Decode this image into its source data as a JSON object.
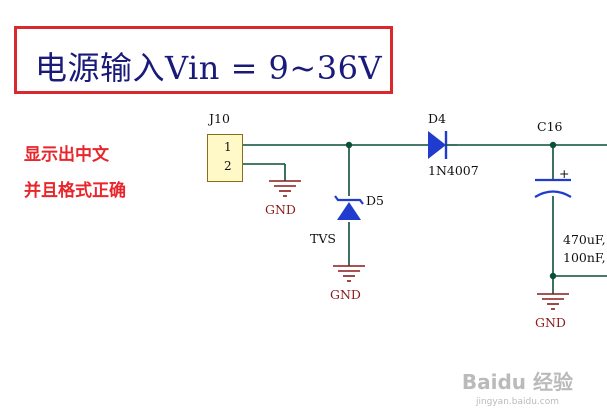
{
  "title": "电源输入Vin = 9~36V",
  "notes": [
    "显示出中文",
    "并且格式正确"
  ],
  "connector": {
    "ref": "J10",
    "pins": [
      "1",
      "2"
    ]
  },
  "components": {
    "d5": {
      "ref": "D5",
      "value": "TVS"
    },
    "d4": {
      "ref": "D4",
      "value": "1N4007"
    },
    "c16": {
      "ref": "C16",
      "plus": "+",
      "values": [
        "470uF,",
        "100nF,"
      ]
    }
  },
  "ground_labels": [
    "GND",
    "GND",
    "GND"
  ],
  "watermark": {
    "main": "Baidu 经验",
    "sub": "jingyan.baidu.com"
  },
  "colors": {
    "border": "#d9282e",
    "title": "#1a1a7a",
    "note": "#e8262b",
    "wire": "#0a4f3a",
    "diode": "#1f3ccf",
    "ground": "#8b1a1a",
    "connector_fill": "#fff9c8"
  }
}
